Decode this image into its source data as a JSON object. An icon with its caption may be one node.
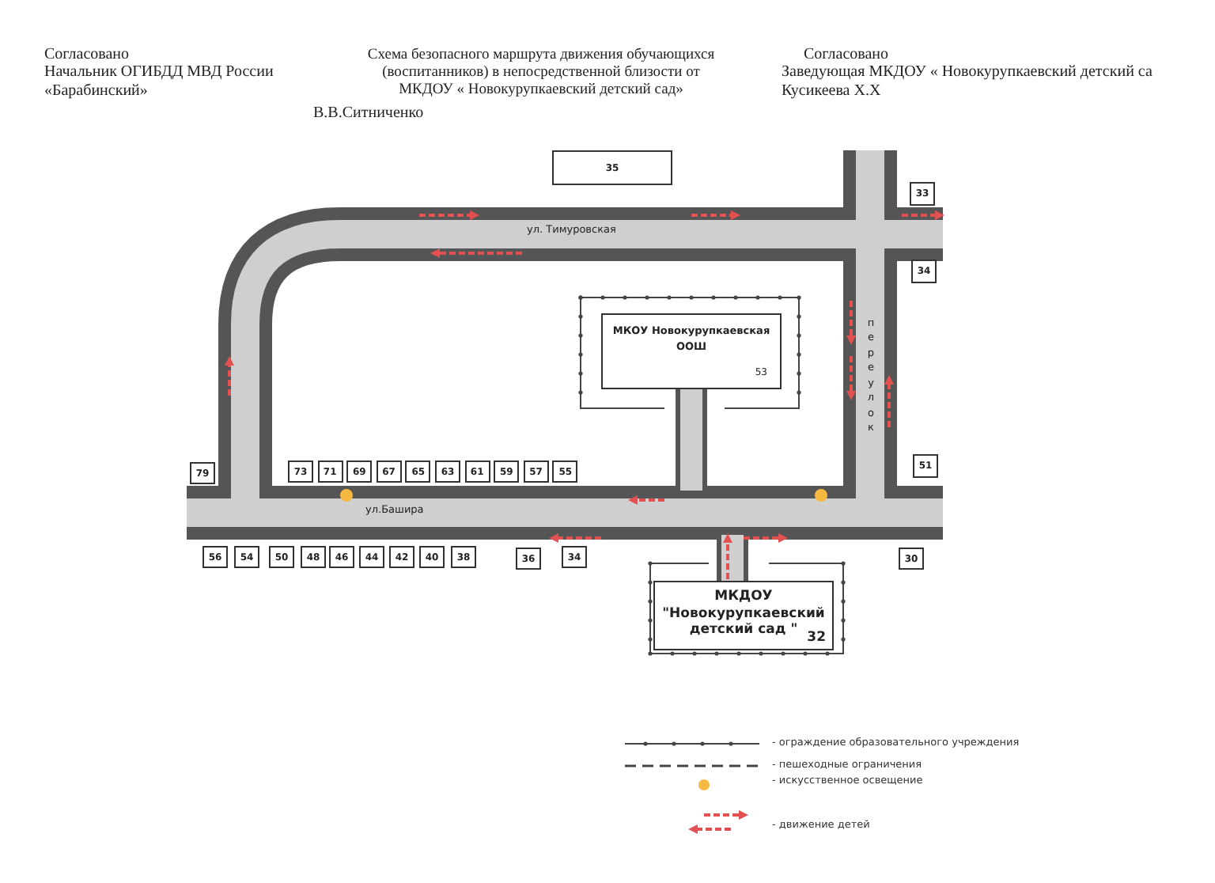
{
  "diagram": {
    "title": "Схема безопасного маршрута движения обучающихся (воспитанников) в непосредственной близости от МКДОУ « Новокурупкаевский детский сад»",
    "nodes": [
      {
        "text": [
          "35"
        ]
      },
      {
        "text": [
          "33"
        ]
      },
      {
        "text": [
          "34"
        ]
      },
      {
        "text": [
          "МКОУ Новокурупкаевская ООШ",
          "53"
        ]
      },
      {
        "text": [
          "79"
        ]
      },
      {
        "text": [
          "73"
        ]
      },
      {
        "text": [
          "71"
        ]
      },
      {
        "text": [
          "69"
        ]
      },
      {
        "text": [
          "67"
        ]
      },
      {
        "text": [
          "65"
        ]
      },
      {
        "text": [
          "63"
        ]
      },
      {
        "text": [
          "61"
        ]
      },
      {
        "text": [
          "59"
        ]
      },
      {
        "text": [
          "57"
        ]
      },
      {
        "text": [
          "55"
        ]
      },
      {
        "text": [
          "51"
        ]
      },
      {
        "text": [
          "56"
        ]
      },
      {
        "text": [
          "54"
        ]
      },
      {
        "text": [
          "50"
        ]
      },
      {
        "text": [
          "48"
        ]
      },
      {
        "text": [
          "46"
        ]
      },
      {
        "text": [
          "44"
        ]
      },
      {
        "text": [
          "42"
        ]
      },
      {
        "text": [
          "40"
        ]
      },
      {
        "text": [
          "38"
        ]
      },
      {
        "text": [
          "36"
        ]
      },
      {
        "text": [
          "34"
        ]
      },
      {
        "text": [
          "30"
        ]
      },
      {
        "text": [
          "МКДОУ \"Новокурупкаевский детский сад \"",
          "32"
        ]
      }
    ],
    "labels": [
      "Согласовано",
      "Начальник ОГИБДД МВД России «Барабинский»",
      "В.В.Ситниченко",
      "Согласовано",
      "Заведующая МКДОУ « Новокурупкаевский детский са",
      "Кусикеева Х.Х",
      "ул. Тимуровская",
      "переулок",
      "ул.Башира"
    ],
    "legend": [
      {
        "text": "- ограждение образовательного учреждения"
      },
      {
        "text": "- пешеходные ограничения"
      },
      {
        "text": "- искусственное освещение",
        "color": "#f5b942"
      },
      {
        "text": "- движение детей"
      }
    ]
  }
}
